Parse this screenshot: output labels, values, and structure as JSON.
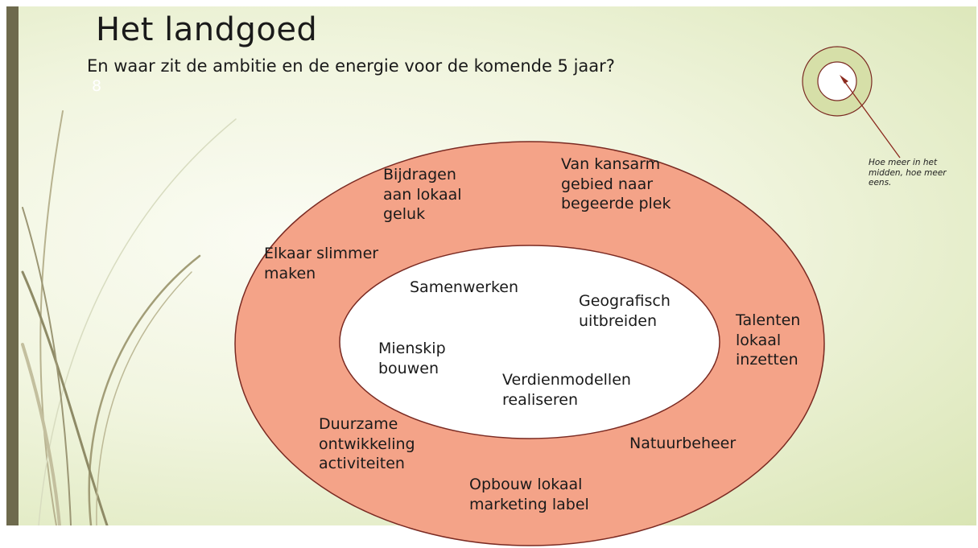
{
  "slide": {
    "title": "Het landgoed",
    "subtitle": "En waar zit de ambitie en de energie voor de komende 5 jaar?",
    "slide_number": "8"
  },
  "colors": {
    "outer_ring": "#f4a388",
    "inner_ring": "#ffffff",
    "ring_outline": "#7a2a22",
    "target_outer": "#d6dfa8",
    "target_inner": "#ffffff",
    "arrow": "#8b2a1e",
    "left_bar": "#6e6a4d"
  },
  "diagram": {
    "outer_labels": [
      [
        "Bijdragen",
        "aan lokaal",
        "geluk"
      ],
      [
        "Van kansarm",
        "gebied naar",
        "begeerde plek"
      ],
      [
        "Elkaar slimmer",
        "maken"
      ],
      [
        "Talenten",
        "lokaal",
        "inzetten"
      ],
      [
        "Duurzame",
        "ontwikkeling",
        "activiteiten"
      ],
      [
        "Natuurbeheer"
      ],
      [
        "Opbouw lokaal",
        "marketing label"
      ]
    ],
    "inner_labels": [
      [
        "Samenwerken"
      ],
      [
        "Geografisch",
        "uitbreiden"
      ],
      [
        "Mienskip",
        "bouwen"
      ],
      [
        "Verdienmodellen",
        "realiseren"
      ]
    ]
  },
  "annotation": {
    "note": "Hoe meer in het midden, hoe meer eens."
  }
}
